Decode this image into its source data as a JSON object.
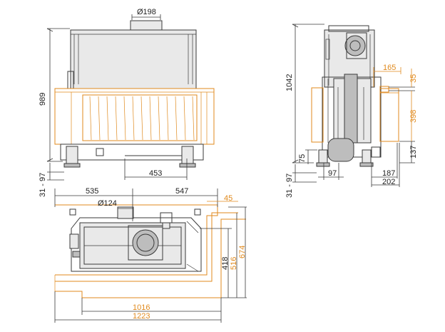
{
  "colors": {
    "line": "#3a3a3a",
    "accent": "#e08a1e"
  },
  "front_view": {
    "flue_diameter": "Ø198",
    "height": "989",
    "leg_range": "31 - 97",
    "offset": "453"
  },
  "side_view": {
    "height": "1042",
    "leg_range": "31 - 97",
    "dim_165": "165",
    "dim_35": "35",
    "dim_398": "398",
    "dim_137": "137",
    "dim_75": "75",
    "dim_97": "97",
    "dim_187": "187",
    "dim_202": "202"
  },
  "top_view": {
    "dim_535": "535",
    "dim_547": "547",
    "dim_45": "45",
    "flue_diameter": "Ø124",
    "dim_418": "418",
    "dim_516": "516",
    "dim_674": "674",
    "dim_1016": "1016",
    "dim_1223": "1223"
  }
}
